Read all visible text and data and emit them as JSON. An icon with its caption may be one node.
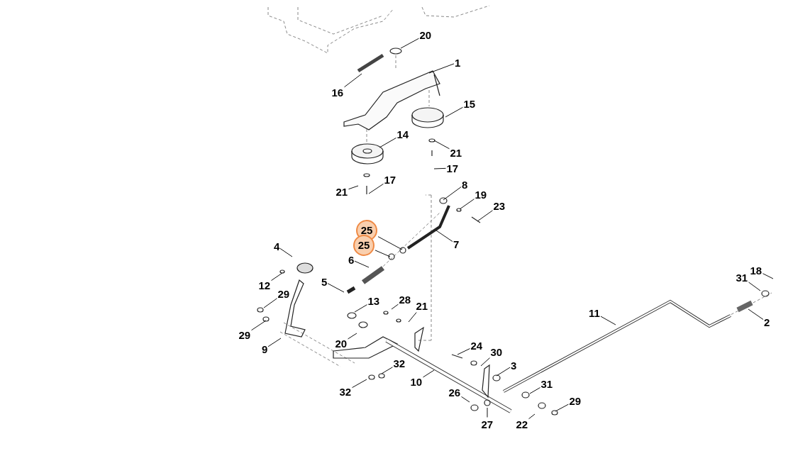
{
  "diagram": {
    "nodes": [
      {
        "text": [
          "20"
        ]
      },
      {
        "text": [
          "1"
        ]
      },
      {
        "text": [
          "16"
        ]
      },
      {
        "text": [
          "15"
        ]
      },
      {
        "text": [
          "14"
        ]
      },
      {
        "text": [
          "21"
        ]
      },
      {
        "text": [
          "17"
        ]
      },
      {
        "text": [
          "21"
        ]
      },
      {
        "text": [
          "17"
        ]
      },
      {
        "text": [
          "8"
        ]
      },
      {
        "text": [
          "19"
        ]
      },
      {
        "text": [
          "23"
        ]
      },
      {
        "text": [
          "25"
        ]
      },
      {
        "text": [
          "25"
        ]
      },
      {
        "text": [
          "4"
        ]
      },
      {
        "text": [
          "6"
        ]
      },
      {
        "text": [
          "7"
        ]
      },
      {
        "text": [
          "12"
        ]
      },
      {
        "text": [
          "29"
        ]
      },
      {
        "text": [
          "5"
        ]
      },
      {
        "text": [
          "13"
        ]
      },
      {
        "text": [
          "28"
        ]
      },
      {
        "text": [
          "21"
        ]
      },
      {
        "text": [
          "11"
        ]
      },
      {
        "text": [
          "31"
        ]
      },
      {
        "text": [
          "18"
        ]
      },
      {
        "text": [
          "2"
        ]
      },
      {
        "text": [
          "29"
        ]
      },
      {
        "text": [
          "9"
        ]
      },
      {
        "text": [
          "20"
        ]
      },
      {
        "text": [
          "24"
        ]
      },
      {
        "text": [
          "30"
        ]
      },
      {
        "text": [
          "3"
        ]
      },
      {
        "text": [
          "32"
        ]
      },
      {
        "text": [
          "10"
        ]
      },
      {
        "text": [
          "31"
        ]
      },
      {
        "text": [
          "32"
        ]
      },
      {
        "text": [
          "26"
        ]
      },
      {
        "text": [
          "29"
        ]
      },
      {
        "text": [
          "27"
        ]
      },
      {
        "text": [
          "22"
        ]
      }
    ],
    "edges": [
      {
        "from": 0,
        "to": null,
        "arrow": "none"
      },
      {
        "from": 1,
        "to": null,
        "arrow": "none"
      },
      {
        "from": 2,
        "to": null,
        "arrow": "none"
      },
      {
        "from": 3,
        "to": null,
        "arrow": "none"
      },
      {
        "from": 4,
        "to": null,
        "arrow": "none"
      },
      {
        "from": 5,
        "to": null,
        "arrow": "none"
      },
      {
        "from": 6,
        "to": null,
        "arrow": "none"
      },
      {
        "from": 7,
        "to": null,
        "arrow": "none"
      },
      {
        "from": 8,
        "to": null,
        "arrow": "none"
      },
      {
        "from": 9,
        "to": null,
        "arrow": "none"
      },
      {
        "from": 10,
        "to": null,
        "arrow": "none"
      },
      {
        "from": 11,
        "to": null,
        "arrow": "none"
      },
      {
        "from": 12,
        "to": null,
        "arrow": "none"
      },
      {
        "from": 13,
        "to": null,
        "arrow": "none"
      },
      {
        "from": 14,
        "to": null,
        "arrow": "none"
      },
      {
        "from": 15,
        "to": null,
        "arrow": "none"
      },
      {
        "from": 16,
        "to": null,
        "arrow": "none"
      },
      {
        "from": 17,
        "to": null,
        "arrow": "none"
      },
      {
        "from": 18,
        "to": null,
        "arrow": "none"
      },
      {
        "from": 19,
        "to": null,
        "arrow": "none"
      },
      {
        "from": 20,
        "to": null,
        "arrow": "none"
      },
      {
        "from": 21,
        "to": null,
        "arrow": "none"
      },
      {
        "from": 22,
        "to": null,
        "arrow": "none"
      },
      {
        "from": 23,
        "to": null,
        "arrow": "none"
      },
      {
        "from": 24,
        "to": null,
        "arrow": "none"
      },
      {
        "from": 25,
        "to": null,
        "arrow": "none"
      },
      {
        "from": 26,
        "to": null,
        "arrow": "none"
      },
      {
        "from": 27,
        "to": null,
        "arrow": "none"
      },
      {
        "from": 28,
        "to": null,
        "arrow": "none"
      },
      {
        "from": 29,
        "to": null,
        "arrow": "none"
      },
      {
        "from": 30,
        "to": null,
        "arrow": "none"
      },
      {
        "from": 31,
        "to": null,
        "arrow": "none"
      },
      {
        "from": 32,
        "to": null,
        "arrow": "none"
      },
      {
        "from": 33,
        "to": null,
        "arrow": "none"
      },
      {
        "from": 34,
        "to": null,
        "arrow": "none"
      },
      {
        "from": 35,
        "to": null,
        "arrow": "none"
      },
      {
        "from": 36,
        "to": null,
        "arrow": "none"
      },
      {
        "from": 37,
        "to": null,
        "arrow": "none"
      },
      {
        "from": 38,
        "to": null,
        "arrow": "none"
      },
      {
        "from": 39,
        "to": null,
        "arrow": "none"
      },
      {
        "from": 40,
        "to": null,
        "arrow": "none"
      }
    ]
  }
}
